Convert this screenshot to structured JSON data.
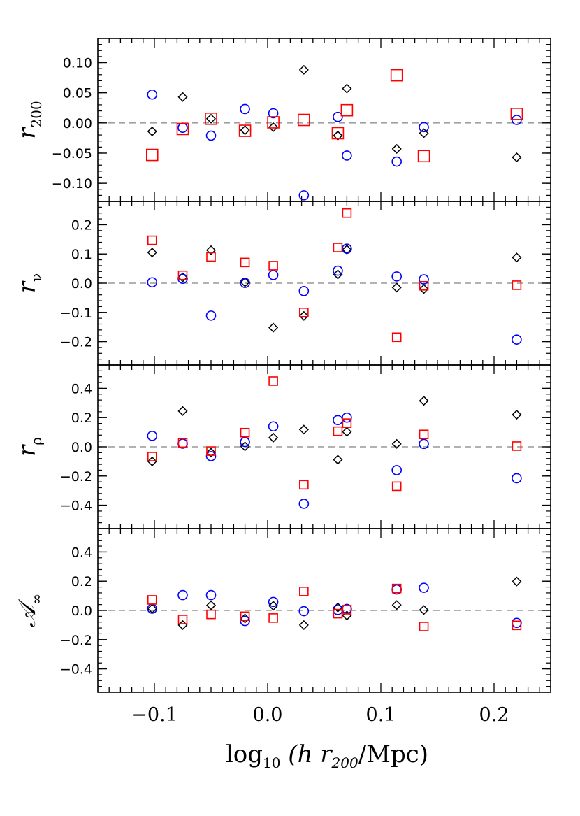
{
  "chart_data": {
    "type": "scatter",
    "x": [
      -0.102,
      -0.075,
      -0.05,
      -0.02,
      0.005,
      0.032,
      0.062,
      0.07,
      0.114,
      0.138,
      0.22
    ],
    "xlim": [
      -0.15,
      0.25
    ],
    "xticks": [
      -0.1,
      0.0,
      0.1,
      0.2
    ],
    "xtick_labels": [
      "−0.1",
      "0.0",
      "0.1",
      "0.2"
    ],
    "xlabel": {
      "pre": "log",
      "sub": "10",
      "mid": " (h r",
      "sub2": "200",
      "post": "/Mpc)"
    },
    "series_styles": [
      {
        "key": "diamond",
        "marker": "diamond",
        "color": "#000000"
      },
      {
        "key": "circle",
        "marker": "circle",
        "color": "#0000ff"
      },
      {
        "key": "square",
        "marker": "square",
        "color": "#ff0000"
      }
    ],
    "panels": [
      {
        "ylabel": {
          "main": "r",
          "sub": "200"
        },
        "ylim": [
          -0.13,
          0.14
        ],
        "yticks": [
          -0.1,
          -0.05,
          0.0,
          0.05,
          0.1
        ],
        "ytick_labels": [
          "−0.10",
          "−0.05",
          "0.00",
          "0.05",
          "0.10"
        ],
        "minor_step": 0.01,
        "diamond": [
          -0.014,
          0.043,
          0.007,
          -0.012,
          -0.007,
          0.088,
          -0.021,
          0.057,
          -0.043,
          -0.017,
          -0.057
        ],
        "circle": [
          0.047,
          -0.008,
          -0.021,
          0.023,
          0.016,
          -0.12,
          0.01,
          -0.054,
          -0.064,
          -0.007,
          0.005
        ],
        "square": [
          -0.053,
          -0.01,
          0.007,
          -0.013,
          0.001,
          0.005,
          -0.017,
          0.021,
          0.079,
          -0.055,
          0.015
        ]
      },
      {
        "ylabel": {
          "main": "r",
          "sub": "ν"
        },
        "ylim": [
          -0.28,
          0.28
        ],
        "yticks": [
          -0.2,
          -0.1,
          0.0,
          0.1,
          0.2
        ],
        "ytick_labels": [
          "−0.2",
          "−0.1",
          "0.0",
          "0.1",
          "0.2"
        ],
        "minor_step": 0.02,
        "diamond": [
          0.105,
          0.02,
          0.113,
          0.003,
          -0.152,
          -0.112,
          0.03,
          0.115,
          -0.015,
          -0.02,
          0.088
        ],
        "circle": [
          0.003,
          0.015,
          -0.111,
          0.001,
          0.028,
          -0.027,
          0.043,
          0.118,
          0.023,
          0.013,
          -0.193
        ],
        "square": [
          0.147,
          0.027,
          0.09,
          0.071,
          0.06,
          -0.1,
          0.122,
          0.24,
          -0.185,
          -0.009,
          -0.007
        ]
      },
      {
        "ylabel": {
          "main": "r",
          "sub": "ρ"
        },
        "ylim": [
          -0.56,
          0.56
        ],
        "yticks": [
          -0.4,
          -0.2,
          0.0,
          0.2,
          0.4
        ],
        "ytick_labels": [
          "−0.4",
          "−0.2",
          "0.0",
          "0.2",
          "0.4"
        ],
        "minor_step": 0.04,
        "diamond": [
          -0.1,
          0.245,
          -0.04,
          0.003,
          0.063,
          0.118,
          -0.088,
          0.103,
          0.02,
          0.315,
          0.22
        ],
        "circle": [
          0.075,
          0.022,
          -0.064,
          0.033,
          0.14,
          -0.39,
          0.183,
          0.2,
          -0.16,
          0.02,
          -0.215
        ],
        "square": [
          -0.067,
          0.027,
          -0.029,
          0.097,
          0.45,
          -0.26,
          0.107,
          0.162,
          -0.27,
          0.085,
          0.005
        ]
      },
      {
        "ylabel": {
          "main": "𝒜",
          "sub": "∞"
        },
        "ylim": [
          -0.56,
          0.56
        ],
        "yticks": [
          -0.4,
          -0.2,
          0.0,
          0.2,
          0.4
        ],
        "ytick_labels": [
          "−0.4",
          "−0.2",
          "0.0",
          "0.2",
          "0.4"
        ],
        "minor_step": 0.04,
        "diamond": [
          0.012,
          -0.1,
          0.035,
          -0.055,
          0.032,
          -0.1,
          0.02,
          -0.035,
          0.037,
          0.003,
          0.198
        ],
        "circle": [
          0.012,
          0.105,
          0.105,
          -0.072,
          0.058,
          -0.005,
          0.003,
          0.01,
          0.143,
          0.155,
          -0.085
        ],
        "square": [
          0.072,
          -0.062,
          -0.027,
          -0.04,
          -0.052,
          0.13,
          -0.022,
          0.005,
          0.15,
          -0.11,
          -0.102
        ]
      }
    ],
    "zero_line": "dashed",
    "grid": false,
    "legend": "none"
  }
}
